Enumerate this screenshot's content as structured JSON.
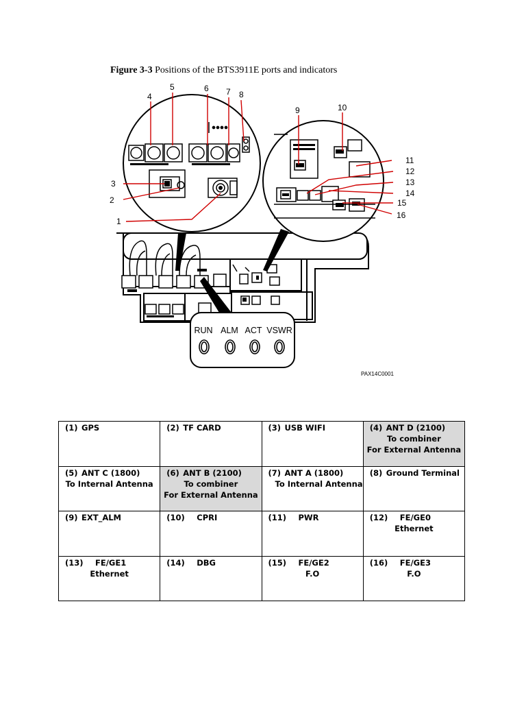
{
  "figure": {
    "label": "Figure 3-3",
    "caption": "Positions of the BTS3911E ports and indicators",
    "callouts": [
      "1",
      "2",
      "3",
      "4",
      "5",
      "6",
      "7",
      "8",
      "9",
      "10",
      "11",
      "12",
      "13",
      "14",
      "15",
      "16"
    ],
    "indicators": [
      "RUN",
      "ALM",
      "ACT",
      "VSWR"
    ],
    "code": "PAX14C0001"
  },
  "table": {
    "rows": [
      [
        {
          "num": "(1)",
          "name": "GPS",
          "lines": [],
          "shaded": false
        },
        {
          "num": "(2)",
          "name": "TF CARD",
          "lines": [],
          "shaded": false
        },
        {
          "num": "(3)",
          "name": "USB WIFI",
          "lines": [],
          "shaded": false
        },
        {
          "num": "(4)",
          "name": "ANT D (2100)",
          "lines": [
            "To combiner",
            "For External Antenna"
          ],
          "shaded": true
        }
      ],
      [
        {
          "num": "(5)",
          "name": "ANT C (1800)",
          "lines": [
            "To Internal Antenna"
          ],
          "shaded": false
        },
        {
          "num": "(6)",
          "name": "ANT B (2100)",
          "lines": [
            "To combiner",
            "For External Antenna"
          ],
          "shaded": true
        },
        {
          "num": "(7)",
          "name": "ANT A (1800)",
          "lines": [
            "To Internal Antenna"
          ],
          "shaded": false,
          "left": true
        },
        {
          "num": "(8)",
          "name": "Ground Terminal",
          "lines": [],
          "shaded": false
        }
      ],
      [
        {
          "num": "(9)",
          "name": "EXT_ALM",
          "lines": [],
          "shaded": false
        },
        {
          "num": "(10)",
          "name": "CPRI",
          "lines": [],
          "shaded": false,
          "wide": true
        },
        {
          "num": "(11)",
          "name": "PWR",
          "lines": [],
          "shaded": false,
          "wide": true
        },
        {
          "num": "(12)",
          "name": "FE/GE0",
          "lines": [
            "Ethernet"
          ],
          "shaded": false,
          "wide": true
        }
      ],
      [
        {
          "num": "(13)",
          "name": "FE/GE1",
          "lines": [
            "Ethernet"
          ],
          "shaded": false,
          "wide": true
        },
        {
          "num": "(14)",
          "name": "DBG",
          "lines": [],
          "shaded": false,
          "wide": true
        },
        {
          "num": "(15)",
          "name": "FE/GE2",
          "lines": [
            "F.O"
          ],
          "shaded": false,
          "wide": true
        },
        {
          "num": "(16)",
          "name": "FE/GE3",
          "lines": [
            "F.O"
          ],
          "shaded": false,
          "wide": true
        }
      ]
    ]
  }
}
